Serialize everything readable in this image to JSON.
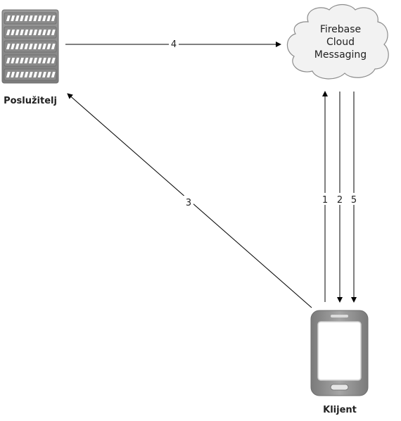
{
  "nodes": {
    "server": {
      "label": "Poslužitelj",
      "icon": "server-rack-icon"
    },
    "fcm": {
      "lines": [
        "Firebase",
        "Cloud",
        "Messaging"
      ],
      "icon": "cloud-icon"
    },
    "client": {
      "label": "Klijent",
      "icon": "smartphone-icon"
    }
  },
  "edges": [
    {
      "id": "e1",
      "label": "1",
      "from": "client",
      "to": "fcm"
    },
    {
      "id": "e2",
      "label": "2",
      "from": "fcm",
      "to": "client"
    },
    {
      "id": "e3",
      "label": "3",
      "from": "client",
      "to": "server"
    },
    {
      "id": "e4",
      "label": "4",
      "from": "server",
      "to": "fcm"
    },
    {
      "id": "e5",
      "label": "5",
      "from": "fcm",
      "to": "client"
    }
  ],
  "colors": {
    "server_body": "#8a8a8a",
    "server_slot": "#ffffff",
    "cloud_fill": "#f2f2f2",
    "cloud_stroke": "#8c8c8c",
    "phone_body": "#8f8f8f",
    "phone_screen": "#ffffff"
  }
}
